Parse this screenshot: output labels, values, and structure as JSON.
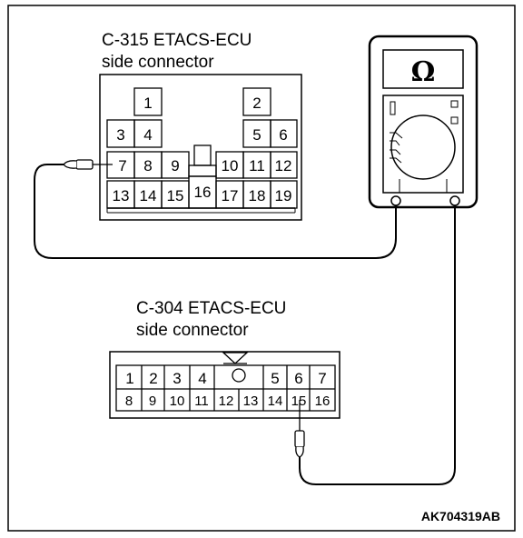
{
  "connector_top": {
    "title_line1": "C-315 ETACS-ECU",
    "title_line2": "side connector",
    "pins": [
      "1",
      "2",
      "3",
      "4",
      "5",
      "6",
      "7",
      "8",
      "9",
      "10",
      "11",
      "12",
      "13",
      "14",
      "15",
      "16",
      "17",
      "18",
      "19"
    ]
  },
  "connector_bottom": {
    "title_line1": "C-304 ETACS-ECU",
    "title_line2": "side connector",
    "pins": [
      "1",
      "2",
      "3",
      "4",
      "5",
      "6",
      "7",
      "8",
      "9",
      "10",
      "11",
      "12",
      "13",
      "14",
      "15",
      "16"
    ]
  },
  "meter": {
    "symbol": "Ω",
    "icon": "ohmmeter-icon"
  },
  "figure_code": "AK704319AB"
}
